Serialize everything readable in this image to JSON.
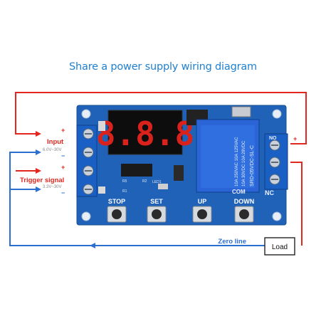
{
  "title": "Share a power supply wiring diagram",
  "input": {
    "label": "Input",
    "range": "6.0V~30V",
    "plus": "+",
    "minus": "−"
  },
  "trigger": {
    "label": "Trigger signal",
    "range": "3.3V~30V",
    "plus": "+",
    "minus": "−"
  },
  "display": {
    "text": "8.8.8"
  },
  "buttons": [
    "STOP",
    "SET",
    "UP",
    "DOWN"
  ],
  "terminals_right": {
    "no": "NO",
    "com": "COM",
    "nc": "NC",
    "plus": "+"
  },
  "relay": {
    "line1": "10A 250VAC  10A 125VAC",
    "line2": "10A 30VDC  10A 28VDC",
    "model": "SRD-05VDC-SL-C"
  },
  "board_marks": {
    "led": "LED1",
    "r1": "R1",
    "r2": "R2",
    "r5": "R5"
  },
  "zero_line": "Zero line",
  "load": "Load",
  "colors": {
    "positive": "#e3261f",
    "negative": "#2b6fd0",
    "title": "#1f7fd0",
    "board": "#1f62b8",
    "display": "#d9221c"
  }
}
